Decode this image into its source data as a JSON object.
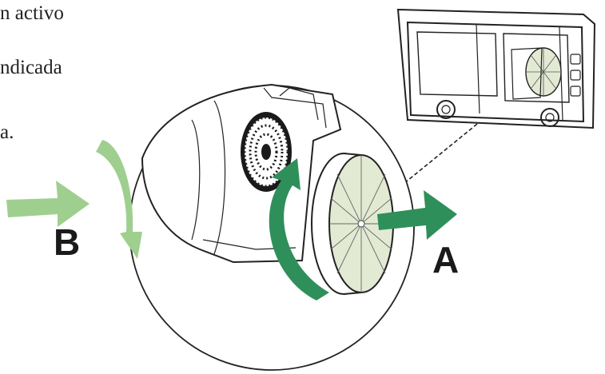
{
  "text_fragments": [
    "n activo",
    "ndicada",
    "a."
  ],
  "labels": {
    "a": "A",
    "b": "B"
  },
  "colors": {
    "arrow_dark": "#2f8f5a",
    "arrow_light": "#9fcf8f",
    "filter_face": "#e3ead4",
    "line": "#222222"
  }
}
